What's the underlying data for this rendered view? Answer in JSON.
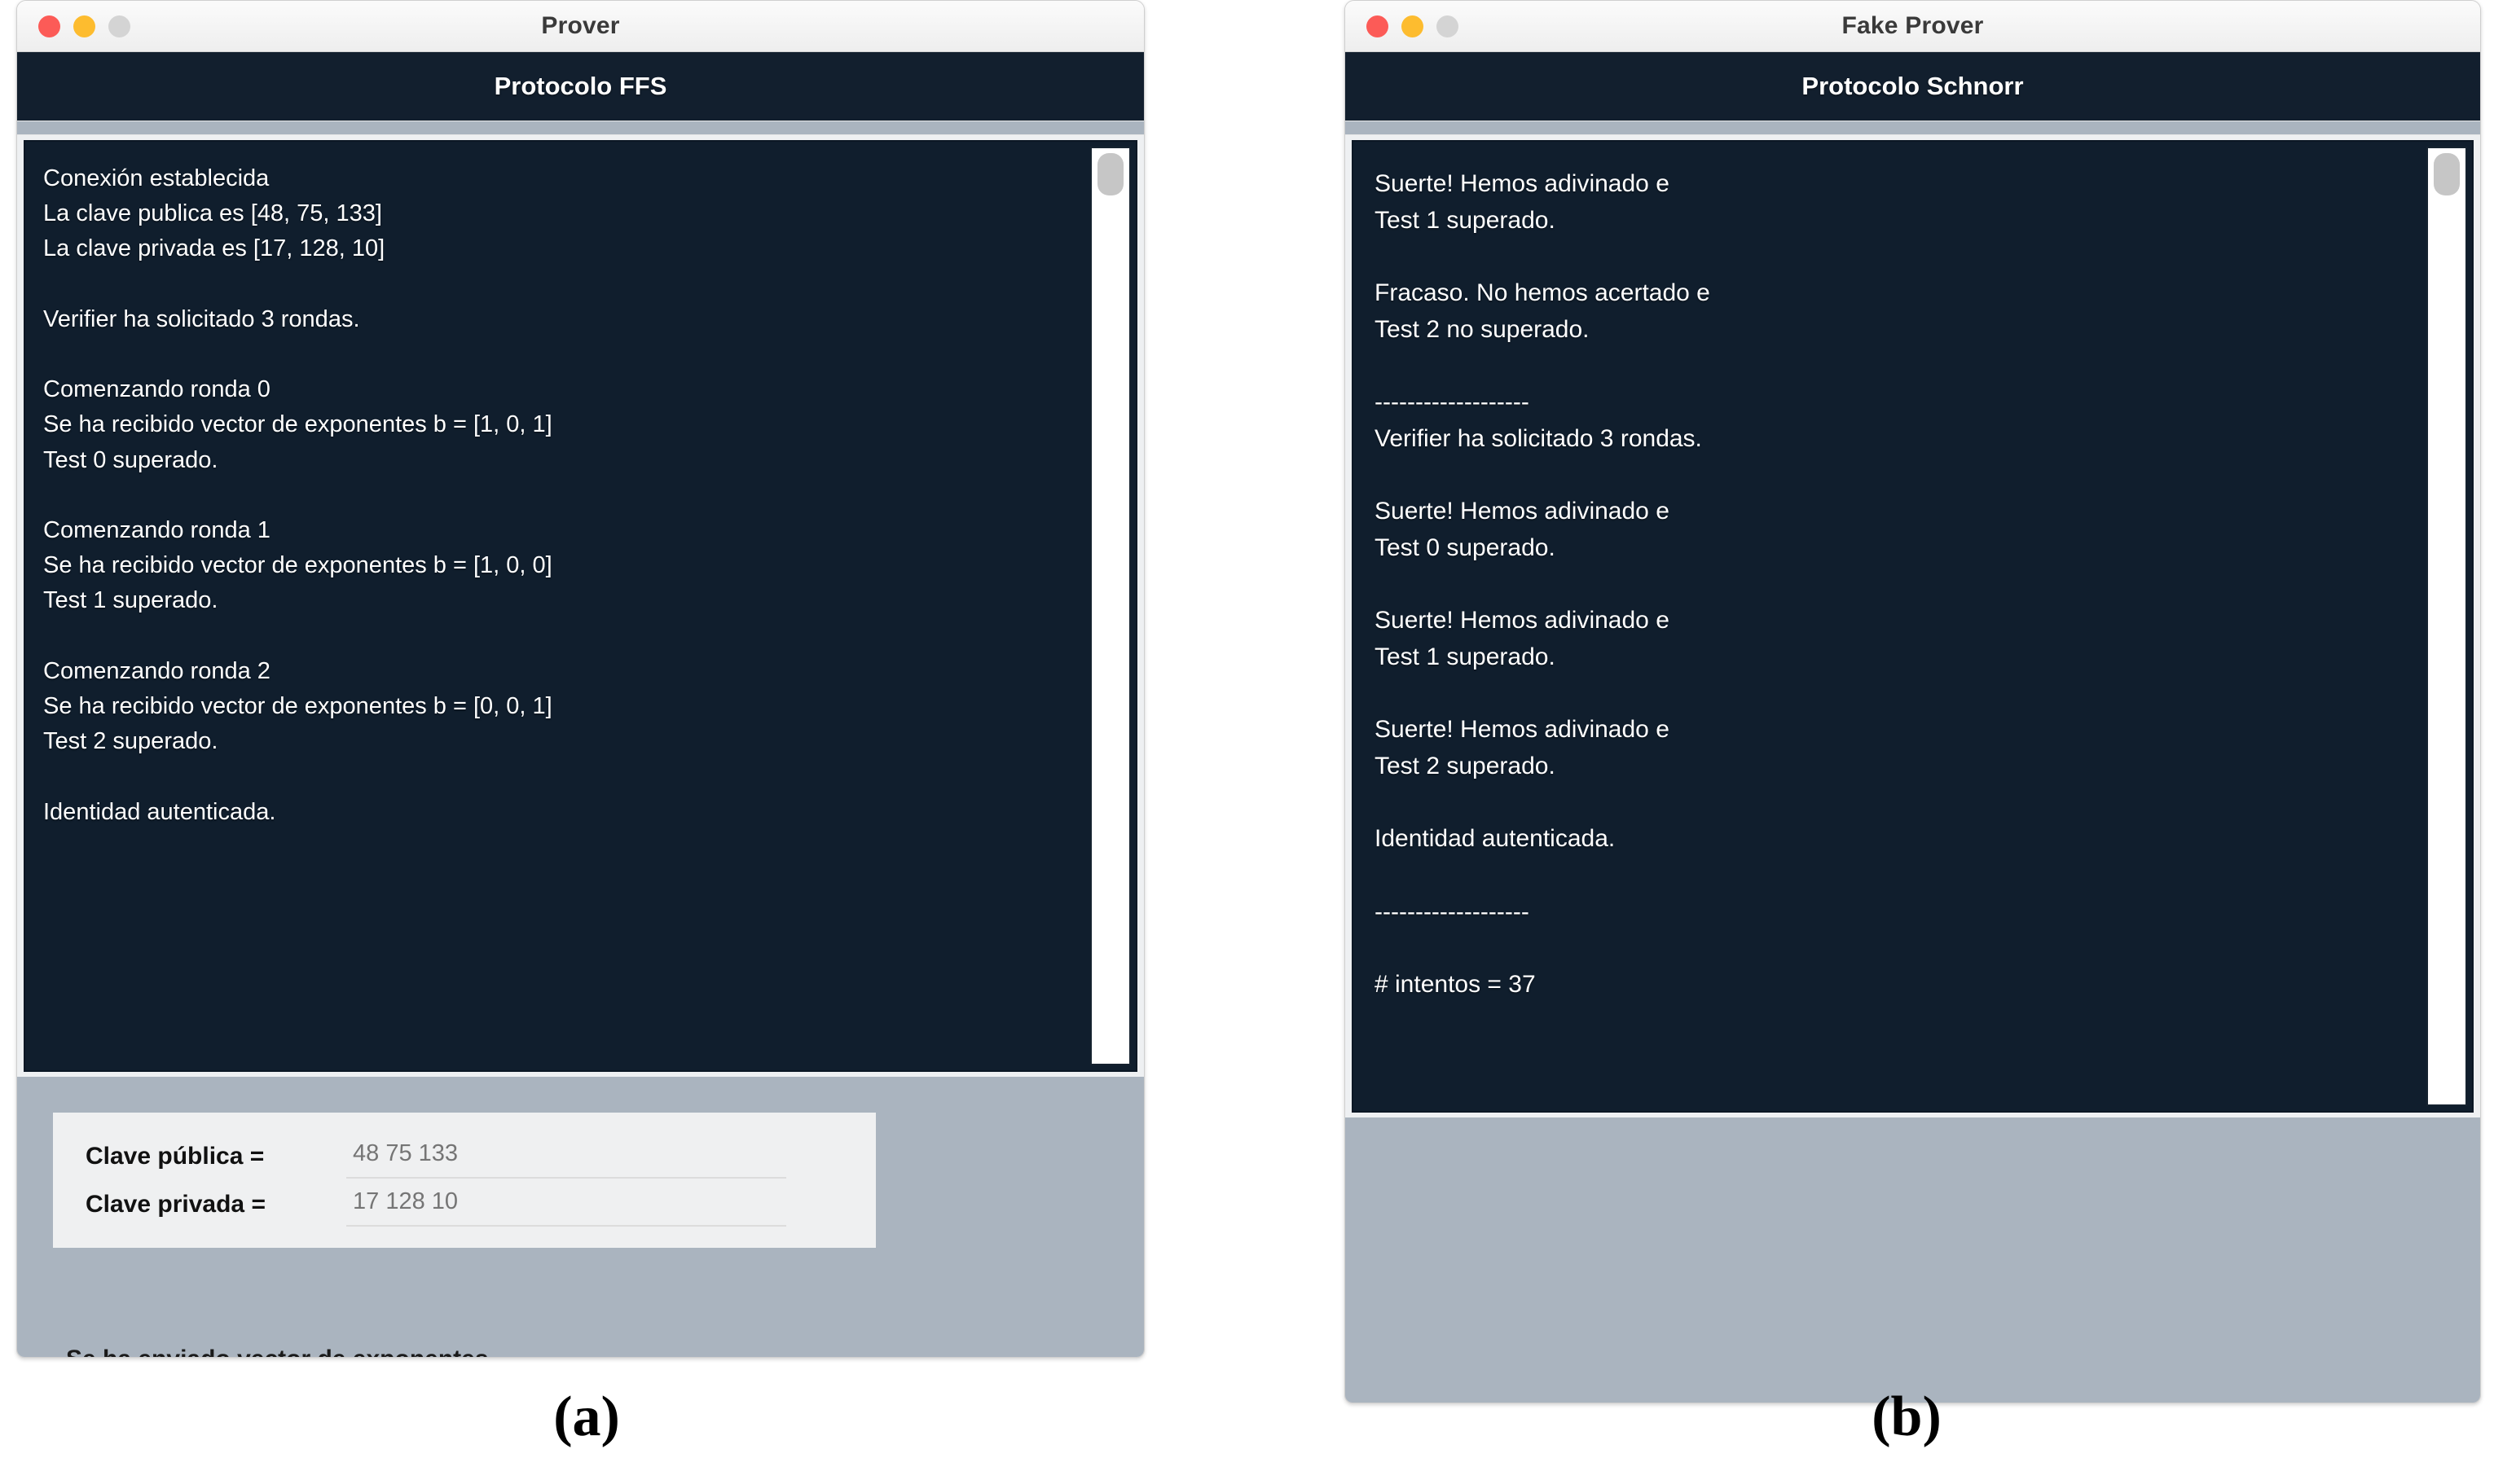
{
  "figure": {
    "caption_a": "(a)",
    "caption_b": "(b)"
  },
  "colors": {
    "console_background": "#101e2d",
    "protocol_bar": "#121f2e",
    "footer_gray": "#aab4bf",
    "traffic_close": "#fc5b57",
    "traffic_minimize": "#fdbc2f",
    "traffic_zoom": "#d4d4d4",
    "log_text": "#ffffff",
    "placeholder_text": "#8e8e8e"
  },
  "window_a": {
    "title": "Prover",
    "traffic_lights": [
      "close-button",
      "minimize-button",
      "zoom-button"
    ],
    "protocol_title": "Protocolo FFS",
    "log": "Conexión establecida\nLa clave publica es [48, 75, 133]\nLa clave privada es [17, 128, 10]\n\nVerifier ha solicitado 3 rondas.\n\nComenzando ronda 0\nSe ha recibido vector de exponentes b = [1, 0, 1]\nTest 0 superado.\n\nComenzando ronda 1\nSe ha recibido vector de exponentes b = [1, 0, 0]\nTest 1 superado.\n\nComenzando ronda 2\nSe ha recibido vector de exponentes b = [0, 0, 1]\nTest 2 superado.\n\nIdentidad autenticada.",
    "log_lines": [
      "Conexión establecida",
      "La clave publica es [48, 75, 133]",
      "La clave privada es [17, 128, 10]",
      "",
      "Verifier ha solicitado 3 rondas.",
      "",
      "Comenzando ronda 0",
      "Se ha recibido vector de exponentes b = [1, 0, 1]",
      "Test 0 superado.",
      "",
      "Comenzando ronda 1",
      "Se ha recibido vector de exponentes b = [1, 0, 0]",
      "Test 1 superado.",
      "",
      "Comenzando ronda 2",
      "Se ha recibido vector de exponentes b = [0, 0, 1]",
      "Test 2 superado.",
      "",
      "Identidad autenticada."
    ],
    "form": {
      "public_key_label": "Clave pública =",
      "public_key_value": "48 75 133",
      "private_key_label": "Clave privada =",
      "private_key_value": "17 128 10"
    },
    "clipped_bottom_text": "Se ha enviado vector de exponentes"
  },
  "window_b": {
    "title": "Fake Prover",
    "traffic_lights": [
      "close-button",
      "minimize-button",
      "zoom-button"
    ],
    "protocol_title": "Protocolo Schnorr",
    "log": "Suerte! Hemos adivinado e\nTest 1 superado.\n\nFracaso. No hemos acertado e\nTest 2 no superado.\n\n-------------------\nVerifier ha solicitado 3 rondas.\n\nSuerte! Hemos adivinado e\nTest 0 superado.\n\nSuerte! Hemos adivinado e\nTest 1 superado.\n\nSuerte! Hemos adivinado e\nTest 2 superado.\n\nIdentidad autenticada.\n\n-------------------\n\n# intentos = 37",
    "log_lines": [
      "Suerte! Hemos adivinado e",
      "Test 1 superado.",
      "",
      "Fracaso. No hemos acertado e",
      "Test 2 no superado.",
      "",
      "-------------------",
      "Verifier ha solicitado 3 rondas.",
      "",
      "Suerte! Hemos adivinado e",
      "Test 0 superado.",
      "",
      "Suerte! Hemos adivinado e",
      "Test 1 superado.",
      "",
      "Suerte! Hemos adivinado e",
      "Test 2 superado.",
      "",
      "Identidad autenticada.",
      "",
      "-------------------",
      "",
      "# intentos = 37"
    ],
    "attempts_count": 37
  }
}
